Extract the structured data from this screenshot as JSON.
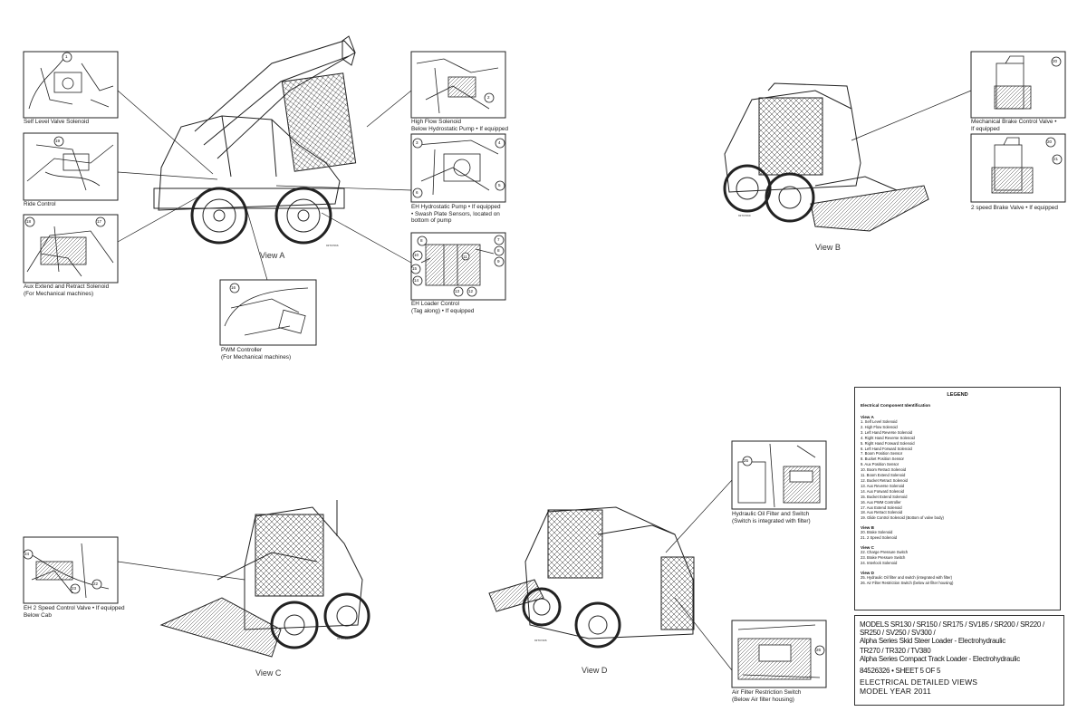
{
  "views": {
    "a": "View A",
    "b": "View B",
    "c": "View C",
    "d": "View D"
  },
  "captions": {
    "self_level": "Self Level Valve Solenoid",
    "ride_control": "Ride Control",
    "aux_extend_1": "Aux Extend and Retract Solenoid",
    "aux_extend_2": "(For Mechanical machines)",
    "pwm_1": "PWM Controller",
    "pwm_2": "(For Mechanical machines)",
    "high_flow_1": "High Flow Solenoid",
    "high_flow_2": "Below Hydrostatic Pump • If equipped",
    "eh_pump_1": "EH Hydrostatic Pump • If equipped",
    "eh_pump_2": "• Swash Plate Sensors, located on",
    "eh_pump_3": "bottom of pump",
    "eh_loader_1": "EH Loader Control",
    "eh_loader_2": "(Tag along) • If equipped",
    "mech_brake_1": "Mechanical Brake Control Valve •",
    "mech_brake_2": "If equipped",
    "two_speed": "2 speed Brake Valve • If equipped",
    "eh_2speed_1": "EH 2 Speed Control Valve • If equipped",
    "eh_2speed_2": "Below Cab",
    "hyd_oil_1": "Hydraulic Oil Filter and Switch",
    "hyd_oil_2": "(Switch is integrated with filter)",
    "air_filter_1": "Air Filter Restriction Switch",
    "air_filter_2": "(Below Air filter housing)"
  },
  "callouts": {
    "n1": "1",
    "n2": "2",
    "n3": "3",
    "n4": "4",
    "n5": "5",
    "n6": "6",
    "n7": "7",
    "n8": "8",
    "n9": "9",
    "n10": "10",
    "n11": "11",
    "n12": "12",
    "n13": "13",
    "n14": "14",
    "n15": "15",
    "n16": "16",
    "n17": "17",
    "n18": "18",
    "n19": "19",
    "n20": "20",
    "n21": "21",
    "n22": "22",
    "n23": "23",
    "n24": "24",
    "n25": "25",
    "n26": "26"
  },
  "legend": {
    "title": "LEGEND",
    "subtitle": "Electrical Component Identification",
    "groups": [
      {
        "name": "View A",
        "items": [
          "1. Self Level Solenoid",
          "2. High Flow Solenoid",
          "3. Left Hand Reverse Solenoid",
          "4. Right Hand Reverse Solenoid",
          "5. Right Hand Forward Solenoid",
          "6. Left Hand Forward Solenoid",
          "7. Boom Position Sensor",
          "8. Bucket Position Sensor",
          "9. Aux Position Sensor",
          "10. Boom Retract Solenoid",
          "11. Boom Extend Solenoid",
          "12. Bucket Retract Solenoid",
          "13. Aux Reverse Solenoid",
          "14. Aux Forward Solenoid",
          "15. Bucket Extend Solenoid",
          "16. Aux PWM Controller",
          "17. Aux Extend Solenoid",
          "18. Aux Retract Solenoid",
          "19. Glide Control Solenoid (Bottom of valve body)"
        ]
      },
      {
        "name": "View B",
        "items": [
          "20. Brake Solenoid",
          "21. 2 Speed Solenoid"
        ]
      },
      {
        "name": "View C",
        "items": [
          "22. Charge Pressure Switch",
          "23. Brake Pressure Switch",
          "24. Interlock Solenoid"
        ]
      },
      {
        "name": "View D",
        "items": [
          "25. Hydraulic Oil filter and switch (integrated with filter)",
          "26. Air Filter Restriction Switch (below air filter housing)"
        ]
      }
    ]
  },
  "title_block": {
    "models_1": "MODELS SR130 / SR150 / SR175 / SV185 / SR200 / SR220 / SR250 / SV250 / SV300 /",
    "models_2": "Alpha Series Skid Steer Loader - Electrohydraulic",
    "models_3": "TR270 / TR320 / TV380",
    "models_4": "Alpha Series Compact Track Loader - Electrohydraulic",
    "sheet": "84526326 • SHEET 5 OF 5",
    "heading_1": "ELECTRICAL DETAILED VIEWS",
    "heading_2": "MODEL YEAR 2011"
  }
}
